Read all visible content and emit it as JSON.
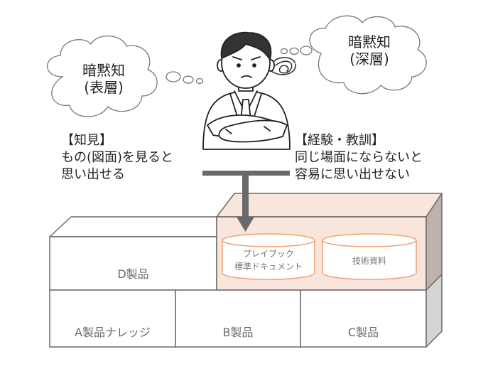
{
  "clouds": {
    "surface": {
      "line1": "暗黙知",
      "line2": "(表層)"
    },
    "deep": {
      "line1": "暗黙知",
      "line2": "(深層)"
    }
  },
  "labels": {
    "knowledge": {
      "line1": "【知見】",
      "line2": "もの(図面)を見ると",
      "line3": "思い出せる"
    },
    "experience": {
      "line1": "【経験・教訓】",
      "line2": "同じ場面にならないと",
      "line3": "容易に思い出せない"
    }
  },
  "blocks": {
    "d": "D製品",
    "a": "A製品ナレッジ",
    "b": "B製品",
    "c": "C製品"
  },
  "cylinders": {
    "playbook": {
      "line1": "プレイブック",
      "line2": "標準ドキュメント"
    },
    "tech": "技術資料"
  },
  "colors": {
    "highlight_fill": "#f8e6dc",
    "highlight_side": "#bfb2ad",
    "cylinder_stroke": "#f0a070",
    "block_stroke": "#6a6a6a"
  },
  "icons": {
    "person": "thinking-businessman-icon",
    "swirl": "confusion-swirl-icon"
  }
}
